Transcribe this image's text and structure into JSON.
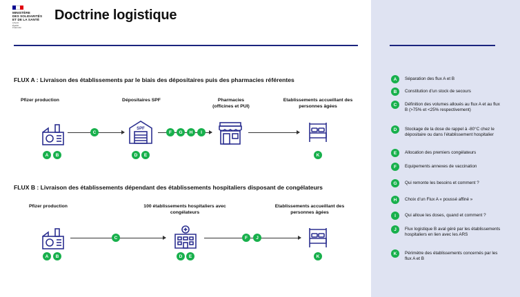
{
  "logo": {
    "lines": [
      "MINISTÈRE",
      "DES SOLIDARITÉS",
      "ET DE LA SANTÉ"
    ],
    "motto": [
      "Liberté",
      "Égalité",
      "Fraternité"
    ],
    "flag_colors": [
      "#000091",
      "#ffffff",
      "#e1000f"
    ]
  },
  "title": "Doctrine logistique",
  "colors": {
    "accent": "#1a237e",
    "badge": "#18b04c",
    "panel": "#dfe3f2",
    "icon": "#2b2f8f"
  },
  "flux_a": {
    "title": "FLUX A : Livraison des établissements par le biais des dépositaires puis des pharmacies référentes",
    "labels": {
      "pfizer": "Pfizer production",
      "depositaires": "Dépositaires SPF",
      "pharmacies": "Pharmacies\n(officines et PUI)",
      "etablissements": "Etablissements accueillant des\npersonnes âgées"
    },
    "spf_text": "SPF",
    "badges": [
      "A",
      "B",
      "C",
      "D",
      "E",
      "F",
      "G",
      "H",
      "I",
      "K"
    ]
  },
  "flux_b": {
    "title": "FLUX B : Livraison des établissements dépendant des établissements hospitaliers disposant de congélateurs",
    "labels": {
      "pfizer": "Pfizer production",
      "hopitaux": "100 établissements hospitaliers avec\ncongélateurs",
      "etablissements": "Etablissements accueillant des\npersonnes âgées"
    },
    "badges": [
      "A",
      "B",
      "C",
      "D",
      "E",
      "F",
      "J",
      "K"
    ]
  },
  "legend": [
    {
      "letter": "A",
      "text": "Séparation des flux A et B"
    },
    {
      "letter": "B",
      "text": "Constitution d’un stock de secours"
    },
    {
      "letter": "C",
      "text": "Définition des volumes alloués au flux A et au flux B (>75% et <25% respectivement)"
    },
    {
      "letter": "D",
      "text": "Stockage de la dose de rappel à -80°C chez le dépositaire ou dans l’établissement hospitalier"
    },
    {
      "letter": "E",
      "text": "Allocation des premiers congélateurs"
    },
    {
      "letter": "F",
      "text": "Equipements annexes de vaccination"
    },
    {
      "letter": "G",
      "text": "Qui remonte les besoins et comment ?"
    },
    {
      "letter": "H",
      "text": "Choix d’un Flux A « poussé affiné »"
    },
    {
      "letter": "I",
      "text": "Qui alloue les doses, quand et comment ?"
    },
    {
      "letter": "J",
      "text": "Flux logistique B aval géré par les établissements hospitaliers en lien avec les ARS"
    },
    {
      "letter": "K",
      "text": "Périmètre des établissements concernés par les flux A et B"
    }
  ]
}
